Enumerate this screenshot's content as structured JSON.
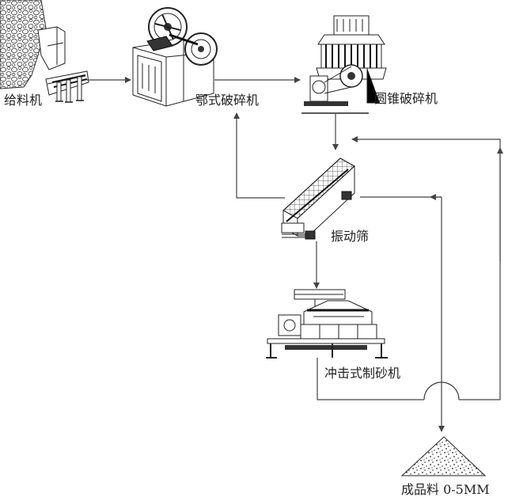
{
  "labels": {
    "feeder": "给料机",
    "jaw_crusher": "鄂式破碎机",
    "cone_crusher": "圆锥破碎机",
    "vibrating_screen": "振动筛",
    "impact_sand_maker": "冲击式制砂机",
    "finished_product": "成品料 0-5MM"
  },
  "colors": {
    "line": "#444444",
    "ink": "#222222"
  }
}
